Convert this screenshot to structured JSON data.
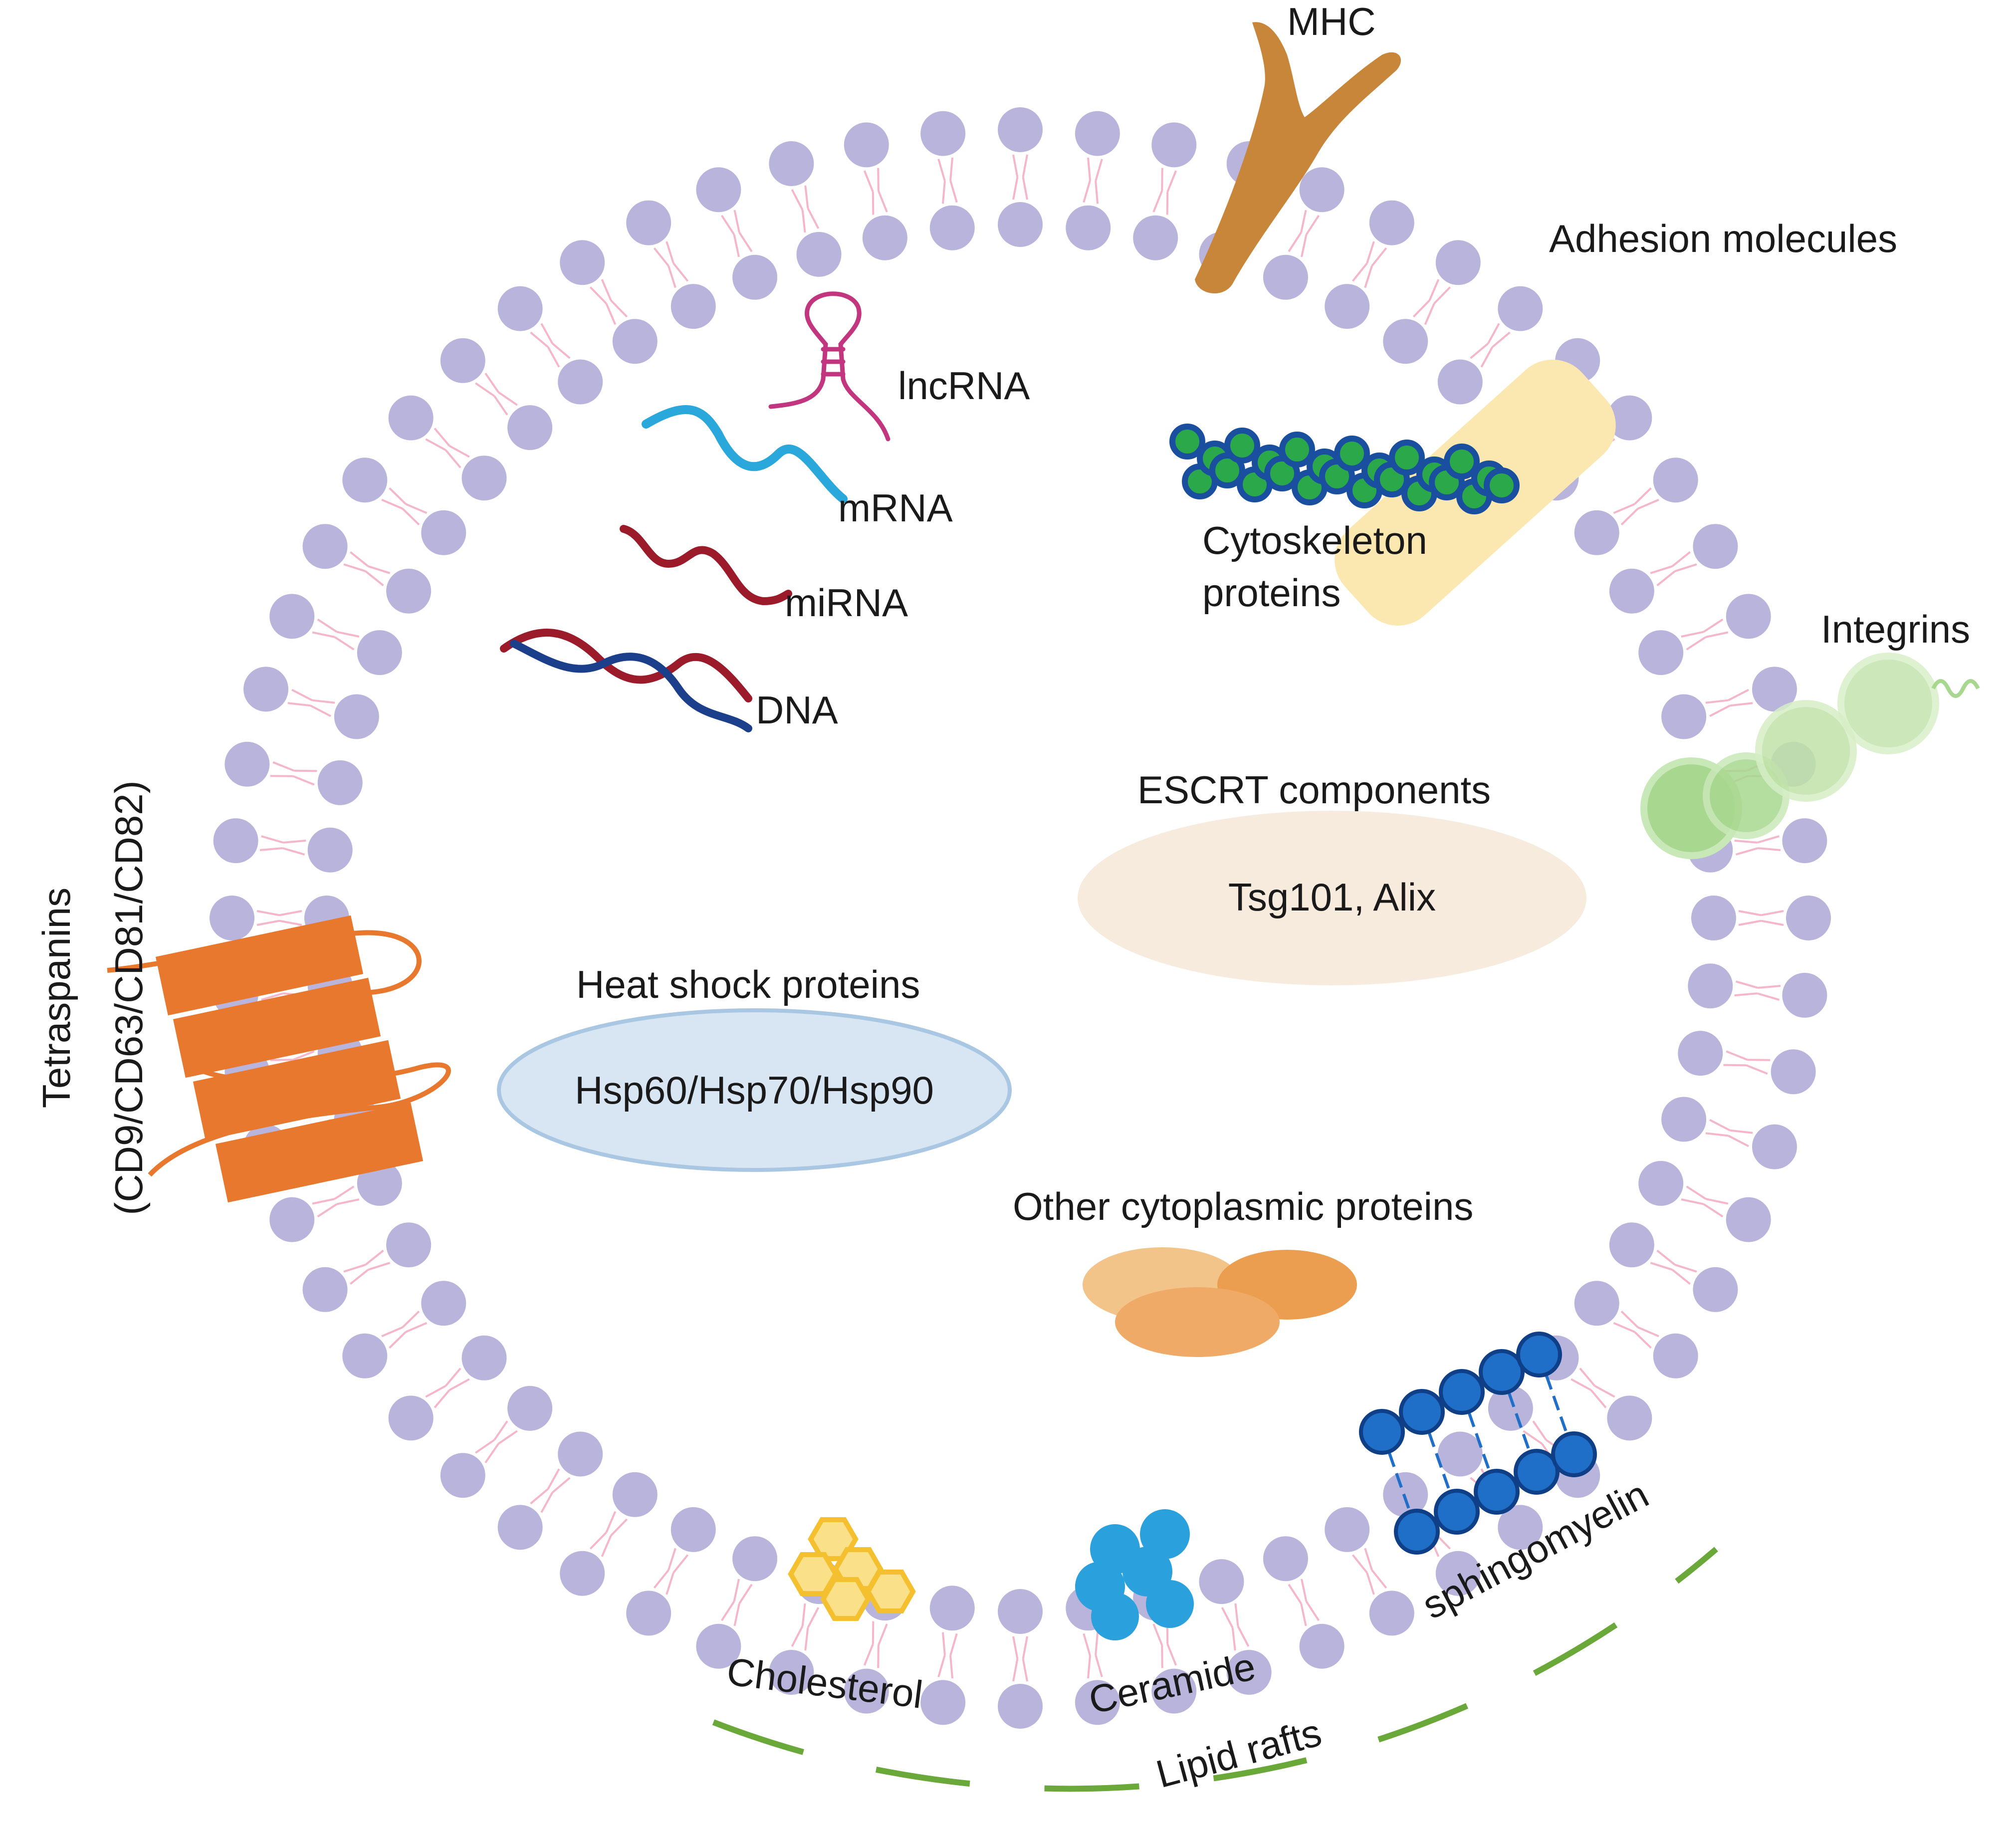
{
  "labels": {
    "mhc": "MHC",
    "adhesion": "Adhesion molecules",
    "integrins": "Integrins",
    "cytoskeleton_line1": "Cytoskeleton",
    "cytoskeleton_line2": "proteins",
    "lncrna": "lncRNA",
    "mrna": "mRNA",
    "mirna": "miRNA",
    "dna": "DNA",
    "escrt_title": "ESCRT components",
    "escrt_items": "Tsg101, Alix",
    "hsp_title": "Heat shock proteins",
    "hsp_items": "Hsp60/Hsp70/Hsp90",
    "other_cyto": "Other cytoplasmic proteins",
    "tetraspanins_line1": "Tetraspanins",
    "tetraspanins_line2": "(CD9/CD63/CD81/CD82)",
    "cholesterol": "Cholesterol",
    "ceramide": "Ceramide",
    "sphingomyelin": "sphingomyelin",
    "lipid_rafts": "Lipid rafts"
  },
  "colors": {
    "lipid_head": "#b9b4dc",
    "lipid_tail": "#f4b6c8",
    "mhc": "#c8863a",
    "adhesion": "#fbe8b0",
    "integrin": "#a8d890",
    "cytoskeleton_fill": "#2aa84a",
    "cytoskeleton_stroke": "#1a4fa0",
    "lncrna": "#c2357f",
    "mrna": "#2aa8dc",
    "mirna": "#9b1b2a",
    "dna_strand1": "#9b1b2a",
    "dna_strand2": "#1c3f8c",
    "escrt_fill": "#f7ebdd",
    "hsp_fill": "#d8e6f4",
    "hsp_stroke": "#a9c7e2",
    "other_cyto": "#eeaa66",
    "tetraspanin": "#e8782e",
    "cholesterol": "#f5c030",
    "ceramide": "#2aa0dc",
    "sphingomyelin": "#1f6ec8",
    "lipid_rafts": "#6aa83a"
  },
  "icons": [
    "mhc-icon",
    "adhesion-molecule-icon",
    "integrin-icon",
    "cytoskeleton-icon",
    "lncrna-icon",
    "mrna-icon",
    "mirna-icon",
    "dna-icon",
    "other-cytoplasmic-proteins-icon",
    "tetraspanin-icon",
    "cholesterol-icon",
    "ceramide-icon",
    "sphingomyelin-icon"
  ]
}
